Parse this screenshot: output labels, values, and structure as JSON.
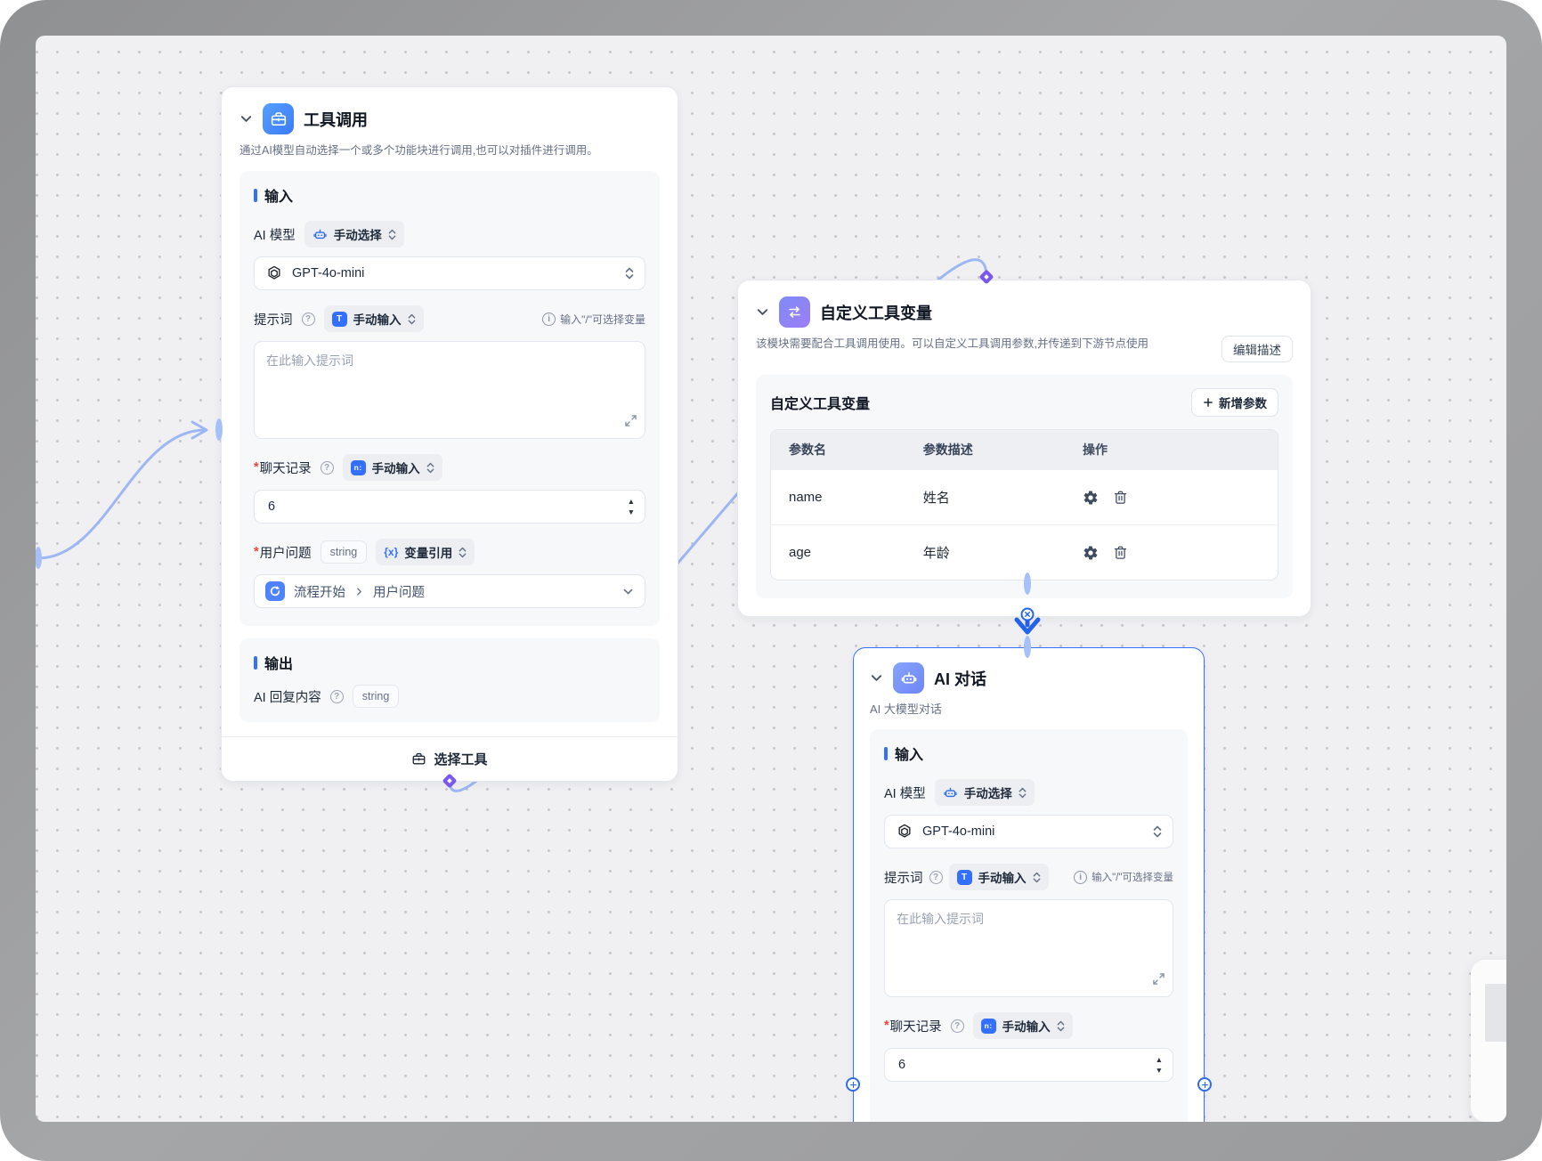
{
  "colors": {
    "accent_blue": "#3370ff",
    "edge_blue": "#9cb7f3",
    "connector_blue": "#2563eb",
    "handle_purple": "#7a58ee",
    "canvas_bg": "#f0f0f2",
    "panel_bg": "#f7f8fa"
  },
  "icons": {
    "question": "?",
    "info": "i",
    "t_mini": "T",
    "n_mini": "n:",
    "variable": "{x}",
    "spinner_up": "▲",
    "spinner_down": "▼"
  },
  "node_tool_call": {
    "title": "工具调用",
    "description": "通过AI模型自动选择一个或多个功能块进行调用,也可以对插件进行调用。",
    "input_section": "输入",
    "required_mark": "*",
    "ai_model_label": "AI 模型",
    "ai_model_mode": "手动选择",
    "model_value": "GPT-4o-mini",
    "prompt_label": "提示词",
    "prompt_mode": "手动输入",
    "prompt_hint": "输入\"/\"可选择变量",
    "prompt_placeholder": "在此输入提示词",
    "history_label": "聊天记录",
    "history_mode": "手动输入",
    "history_value": "6",
    "question_label": "用户问题",
    "question_type": "string",
    "question_mode": "变量引用",
    "ref_source": "流程开始",
    "ref_field": "用户问题",
    "output_section": "输出",
    "output_label": "AI 回复内容",
    "output_type": "string",
    "footer_button": "选择工具"
  },
  "node_custom_vars": {
    "title": "自定义工具变量",
    "description": "该模块需要配合工具调用使用。可以自定义工具调用参数,并传递到下游节点使用",
    "edit_desc_button": "编辑描述",
    "panel_title": "自定义工具变量",
    "add_param_button": "新增参数",
    "table": {
      "headers": [
        "参数名",
        "参数描述",
        "操作"
      ],
      "rows": [
        {
          "name": "name",
          "desc": "姓名"
        },
        {
          "name": "age",
          "desc": "年龄"
        }
      ]
    }
  },
  "node_ai_chat": {
    "title": "AI 对话",
    "subtitle": "AI 大模型对话",
    "input_section": "输入",
    "required_mark": "*",
    "ai_model_label": "AI 模型",
    "ai_model_mode": "手动选择",
    "model_value": "GPT-4o-mini",
    "prompt_label": "提示词",
    "prompt_mode": "手动输入",
    "prompt_hint": "输入\"/\"可选择变量",
    "prompt_placeholder": "在此输入提示词",
    "history_label": "聊天记录",
    "history_mode": "手动输入",
    "history_value": "6"
  }
}
